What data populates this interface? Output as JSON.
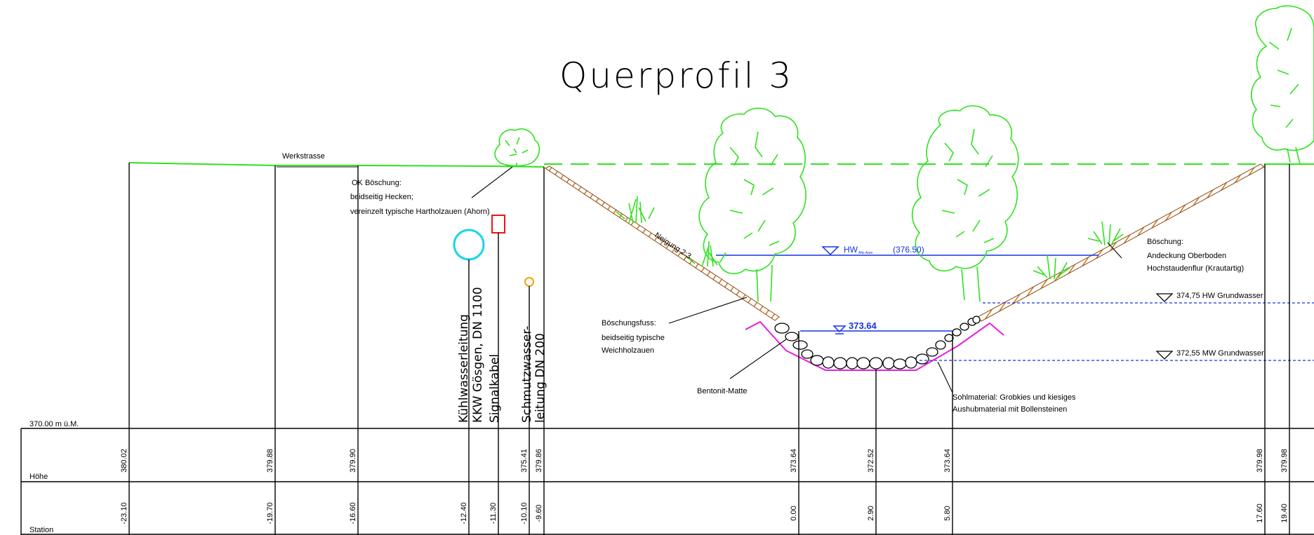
{
  "title": "Querprofil 3",
  "datum_label": "370.00 m ü.M.",
  "table": {
    "row_labels": {
      "hoehe": "Höhe",
      "station": "Station"
    },
    "columns": [
      {
        "hoehe": "380.02",
        "station": "-23.10"
      },
      {
        "hoehe": "379.88",
        "station": "-19.70"
      },
      {
        "hoehe": "379.90",
        "station": "-16.60"
      },
      {
        "hoehe": "",
        "station": "-12.40"
      },
      {
        "hoehe": "",
        "station": "-11.30"
      },
      {
        "hoehe": "375.41",
        "station": "-10.10"
      },
      {
        "hoehe": "379.86",
        "station": "-9.60"
      },
      {
        "hoehe": "373.64",
        "station": "0.00"
      },
      {
        "hoehe": "372.52",
        "station": "2.90"
      },
      {
        "hoehe": "373.64",
        "station": "5.80"
      },
      {
        "hoehe": "379.98",
        "station": "17.60"
      },
      {
        "hoehe": "379.98",
        "station": "19.40"
      }
    ]
  },
  "labels": {
    "werkstrasse": "Werkstrasse",
    "ok_boeschung": [
      "OK Böschung:",
      "beidseitig Hecken;",
      "vereinzelt typische Hartholzauen (Ahorn)"
    ],
    "neigung": "Neigung 2:3",
    "hw_prefix": "HW",
    "hw_sub": "Alte Aare",
    "hw_value": "(376.50)",
    "water_level": "373.64",
    "boeschungsfuss": [
      "Böschungsfuss:",
      "beidseitig typische",
      "Weichholzauen"
    ],
    "bentonit": "Bentonit-Matte",
    "sohlmaterial": [
      "Sohlmaterial: Grobkies und kiesiges",
      "Aushubmaterial mit Bollensteinen"
    ],
    "boeschung_right": [
      "Böschung:",
      "Andeckung Oberboden",
      "Hochstaudenflur (Krautartig)"
    ],
    "hw_grundwasser": "374,75 HW Grundwasser",
    "mw_grundwasser": "372,55 MW Grundwasser"
  },
  "pipes": {
    "kuehlwasser": [
      "Kühlwasserleitung",
      "KKW Gösgen, DN 1100"
    ],
    "signalkabel": "Signalkabel",
    "schmutzwasser": [
      "Schmutzwasser-",
      "leitung DN 200"
    ]
  },
  "colors": {
    "terrain": "#2ee21d",
    "water": "#1533e0",
    "bentonite": "#e81ce0",
    "pipe_cooling": "#19d6e8",
    "signal_cable": "#e81515",
    "sewer": "#e8a612",
    "embankment": "#c8731c"
  }
}
